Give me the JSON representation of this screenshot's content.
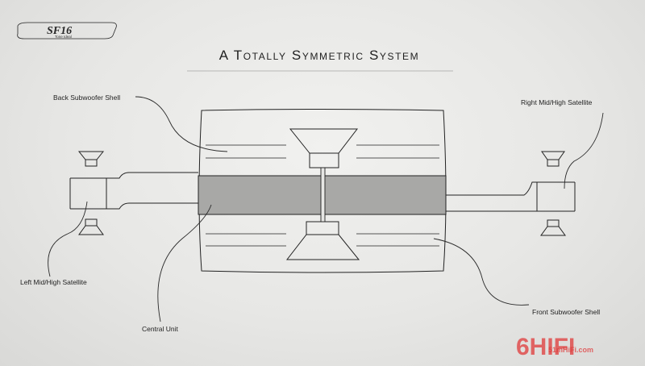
{
  "logo": {
    "main": "SF16",
    "sub": "Tone Ideal"
  },
  "title": "A Totally Symmetric System",
  "labels": {
    "back_shell": "Back Subwoofer Shell",
    "right_sat": "Right Mid/High Satellite",
    "left_sat": "Left Mid/High Satellite",
    "central": "Central Unit",
    "front_shell": "Front Subwoofer Shell"
  },
  "watermark": {
    "big": "6HIFI",
    "small": "51mHiFi.com"
  },
  "colors": {
    "background": "#e9e9e7",
    "ink": "#222222",
    "central_band": "#a8a8a6",
    "watermark": "#e03a3a"
  }
}
